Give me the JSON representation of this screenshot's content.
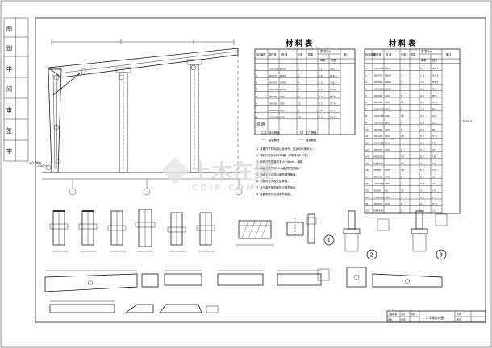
{
  "sidebar": {
    "labels": [
      "图",
      "别",
      "中",
      "间",
      "审",
      "签",
      "字"
    ]
  },
  "left_elev": "±0.000",
  "table1": {
    "title": "材 料 表",
    "headers": [
      "构件编号",
      "零件号",
      "规 格",
      "长度",
      "数量",
      "重 量(kg)",
      "单重",
      "共重",
      "备注"
    ],
    "rows": [
      [
        "1",
        "-10X300",
        "6800",
        "2",
        "2.1",
        "280.2"
      ],
      [
        "2",
        "-8X250",
        "6650",
        "2",
        "1.8",
        "216.5"
      ],
      [
        "3",
        "-6X300",
        "5900",
        "4",
        "1.2",
        "330.7"
      ],
      [
        "4",
        "-10X200",
        "1200",
        "4",
        "0.9",
        "75.4"
      ],
      [
        "5",
        "-8X180",
        "420",
        "8",
        "0.4",
        "38.6"
      ],
      [
        "6",
        "-6X100",
        "300",
        "12",
        "0.2",
        "17.0"
      ],
      [
        "7",
        "-20X250",
        "500",
        "4",
        "1.9",
        "78.5"
      ],
      [
        "8",
        "-12X150",
        "240",
        "16",
        "0.3",
        "54.2"
      ]
    ]
  },
  "table2": {
    "title": "材 料 表",
    "headers": [
      "构件编号",
      "零件号",
      "规 格",
      "长度",
      "数量",
      "重 量(kg)",
      "单重",
      "共重",
      "备注"
    ],
    "rows": [
      [
        "1",
        "-10X300",
        "6800",
        "2",
        "2.1",
        "280.2"
      ],
      [
        "2",
        "-8X250",
        "6650",
        "2",
        "1.8",
        "216.5"
      ],
      [
        "3",
        "-6X300",
        "5900",
        "4",
        "1.2",
        "330.7"
      ],
      [
        "4",
        "-10X200",
        "1200",
        "4",
        "0.9",
        "75.4"
      ],
      [
        "5",
        "-8X180",
        "420",
        "8",
        "0.4",
        "38.6"
      ],
      [
        "6",
        "-6X100",
        "300",
        "12",
        "0.2",
        "17.0"
      ],
      [
        "7",
        "-20X250",
        "500",
        "4",
        "1.9",
        "78.5"
      ],
      [
        "8",
        "-12X150",
        "240",
        "16",
        "0.3",
        "54.2"
      ],
      [
        "9",
        "-10X200",
        "680",
        "4",
        "0.8",
        "42.3"
      ],
      [
        "10",
        "-8X180",
        "320",
        "8",
        "0.4",
        "36.1"
      ],
      [
        "11",
        "-6X120",
        "260",
        "16",
        "0.3",
        "27.9"
      ],
      [
        "12",
        "-10X150",
        "150",
        "4",
        "0.2",
        "7.1"
      ],
      [
        "13",
        "-8X100",
        "300",
        "8",
        "0.2",
        "15.1"
      ],
      [
        "14",
        "M20X60",
        "",
        "24",
        "0.2",
        "5.8"
      ],
      [
        "15",
        "M16X50",
        "",
        "32",
        "0.1",
        "3.9"
      ],
      [
        "16",
        "-6X80",
        "100",
        "16",
        "0.1",
        "6.0"
      ],
      [
        "17",
        "-8X120",
        "200",
        "8",
        "0.2",
        "12.1"
      ],
      [
        "18",
        "-10X160",
        "280",
        "4",
        "0.4",
        "14.1"
      ],
      [
        "19",
        "-6X60",
        "60",
        "32",
        "0.1",
        "5.4"
      ],
      [
        "20",
        "-12X200",
        "360",
        "4",
        "0.7",
        "27.1"
      ],
      [
        "21",
        "-8X150",
        "150",
        "8",
        "0.1",
        "11.3"
      ],
      [
        "22",
        "M24X80",
        "",
        "8",
        "0.4",
        "3.2"
      ]
    ],
    "side_note": "7908.9"
  },
  "notes": {
    "title": "说 明:",
    "legend": [
      "现场焊缝",
      "工厂焊缝",
      "高强螺栓",
      "普通螺栓"
    ],
    "items": [
      "1. 本图尺寸除标高以米计外，其余均以毫米计。",
      "2. 钢材均采用Q235B钢，焊条采用E43型。",
      "3. 所有焊缝高度均不小于6mm，满焊。",
      "4. 高强螺栓采用10.9级摩擦型连接。",
      "5. 构件表面除锈后刷防锈漆两遍。",
      "6. 安装时应先校正后焊接。",
      "7. 未尽事宜按国家现行规范执行。",
      "8. 屋面檩条详见檩条布置图。"
    ]
  },
  "markers": [
    "1",
    "2",
    "3"
  ],
  "title_block": {
    "fields": [
      "工程名称",
      "设计",
      "校对",
      "审核",
      "审定"
    ],
    "drawing_title": "1-1钢架详图",
    "scale_label": "比例",
    "sheet_label": "图号"
  },
  "watermark": {
    "cn": "土木在线",
    "en": "COI8.COM"
  }
}
